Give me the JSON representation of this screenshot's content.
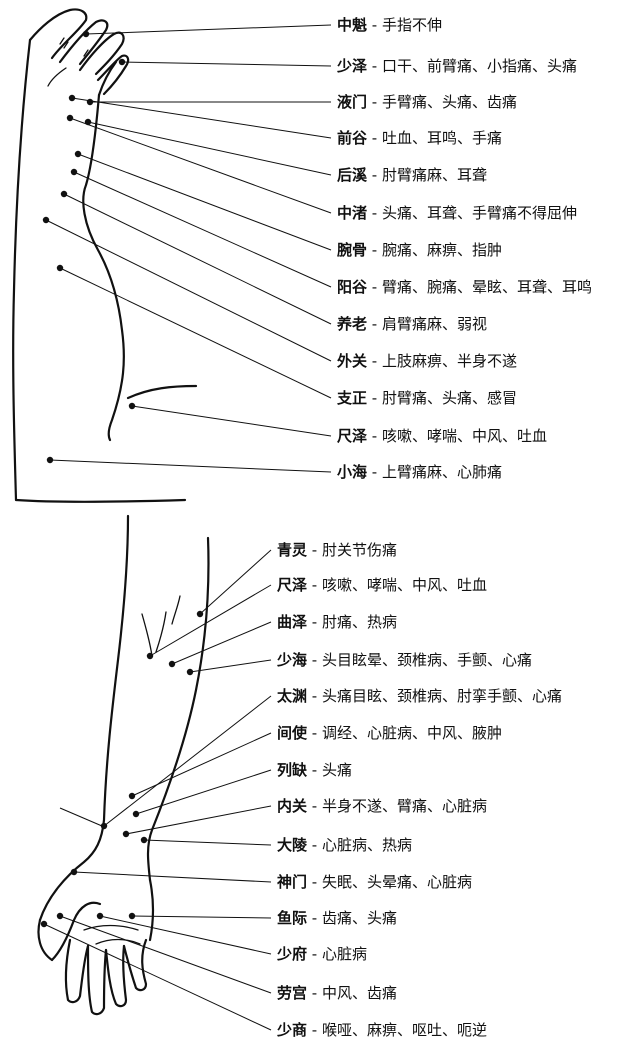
{
  "upper_points": [
    {
      "name": "中魁",
      "desc": "手指不伸"
    },
    {
      "name": "少泽",
      "desc": "口干、前臂痛、小指痛、头痛"
    },
    {
      "name": "液门",
      "desc": "手臂痛、头痛、齿痛"
    },
    {
      "name": "前谷",
      "desc": "吐血、耳鸣、手痛"
    },
    {
      "name": "后溪",
      "desc": "肘臂痛麻、耳聋"
    },
    {
      "name": "中渚",
      "desc": "头痛、耳聋、手臂痛不得屈伸"
    },
    {
      "name": "腕骨",
      "desc": "腕痛、麻痹、指肿"
    },
    {
      "name": "阳谷",
      "desc": "臂痛、腕痛、晕眩、耳聋、耳鸣"
    },
    {
      "name": "养老",
      "desc": "肩臂痛麻、弱视"
    },
    {
      "name": "外关",
      "desc": "上肢麻痹、半身不遂"
    },
    {
      "name": "支正",
      "desc": "肘臂痛、头痛、感冒"
    },
    {
      "name": "尺泽",
      "desc": "咳嗽、哮喘、中风、吐血"
    },
    {
      "name": "小海",
      "desc": "上臂痛麻、心肺痛"
    }
  ],
  "lower_points": [
    {
      "name": "青灵",
      "desc": "肘关节伤痛"
    },
    {
      "name": "尺泽",
      "desc": "咳嗽、哮喘、中风、吐血"
    },
    {
      "name": "曲泽",
      "desc": "肘痛、热病"
    },
    {
      "name": "少海",
      "desc": "头目眩晕、颈椎病、手颤、心痛"
    },
    {
      "name": "太渊",
      "desc": "头痛目眩、颈椎病、肘挛手颤、心痛"
    },
    {
      "name": "间使",
      "desc": "调经、心脏病、中风、腋肿"
    },
    {
      "name": "列缺",
      "desc": "头痛"
    },
    {
      "name": "内关",
      "desc": "半身不遂、臂痛、心脏病"
    },
    {
      "name": "大陵",
      "desc": "心脏病、热病"
    },
    {
      "name": "神门",
      "desc": "失眠、头晕痛、心脏病"
    },
    {
      "name": "鱼际",
      "desc": "齿痛、头痛"
    },
    {
      "name": "少府",
      "desc": "心脏病"
    },
    {
      "name": "劳宫",
      "desc": "中风、齿痛"
    },
    {
      "name": "少商",
      "desc": "喉哑、麻痹、呕吐、呃逆"
    }
  ]
}
